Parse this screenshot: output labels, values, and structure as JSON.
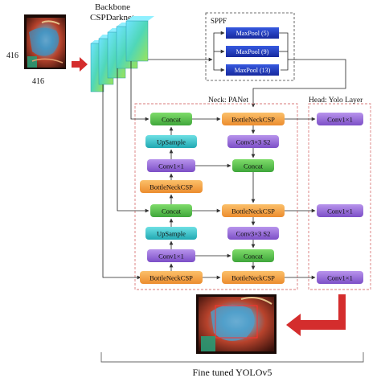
{
  "labels": {
    "backbone_line1": "Backbone",
    "backbone_line2": "CSPDarknet",
    "input_width": "416",
    "input_height": "416",
    "sppf_title": "SPPF",
    "neck_title": "Neck: PANet",
    "head_title": "Head: Yolo Layer",
    "footer": "Fine tuned YOLOv5"
  },
  "sppf": {
    "maxpool_1": "MaxPool (5)",
    "maxpool_2": "MaxPool (9)",
    "maxpool_3": "MaxPool (13)"
  },
  "neck": {
    "concat_1": "Concat",
    "bottleneck_1": "BottleNeckCSP",
    "upsample_1": "UpSample",
    "conv3_1": "Conv3×3 S2",
    "conv1_1": "Conv1×1",
    "concat_2": "Concat",
    "bottleneck_2": "BottleNeckCSP",
    "concat_3": "Concat",
    "bottleneck_3": "BottleNeckCSP",
    "upsample_2": "UpSample",
    "conv3_2": "Conv3×3 S2",
    "conv1_2": "Conv1×1",
    "concat_4": "Concat",
    "bottleneck_4": "BottleNeckCSP",
    "bottleneck_5": "BottleNeckCSP"
  },
  "head": {
    "conv_1": "Conv1×1",
    "conv_2": "Conv1×1",
    "conv_3": "Conv1×1"
  },
  "colors": {
    "concat": "#58c44a",
    "bottleneck": "#f6a544",
    "upsample": "#35c4c8",
    "conv": "#9a6fd8",
    "maxpool": "#1f3fc2",
    "red_arrow": "#d42d2d",
    "dashed_border": "#d97a7a"
  },
  "icons": {
    "input_image": "surgical-scene-image",
    "output_image": "detection-result-image"
  }
}
